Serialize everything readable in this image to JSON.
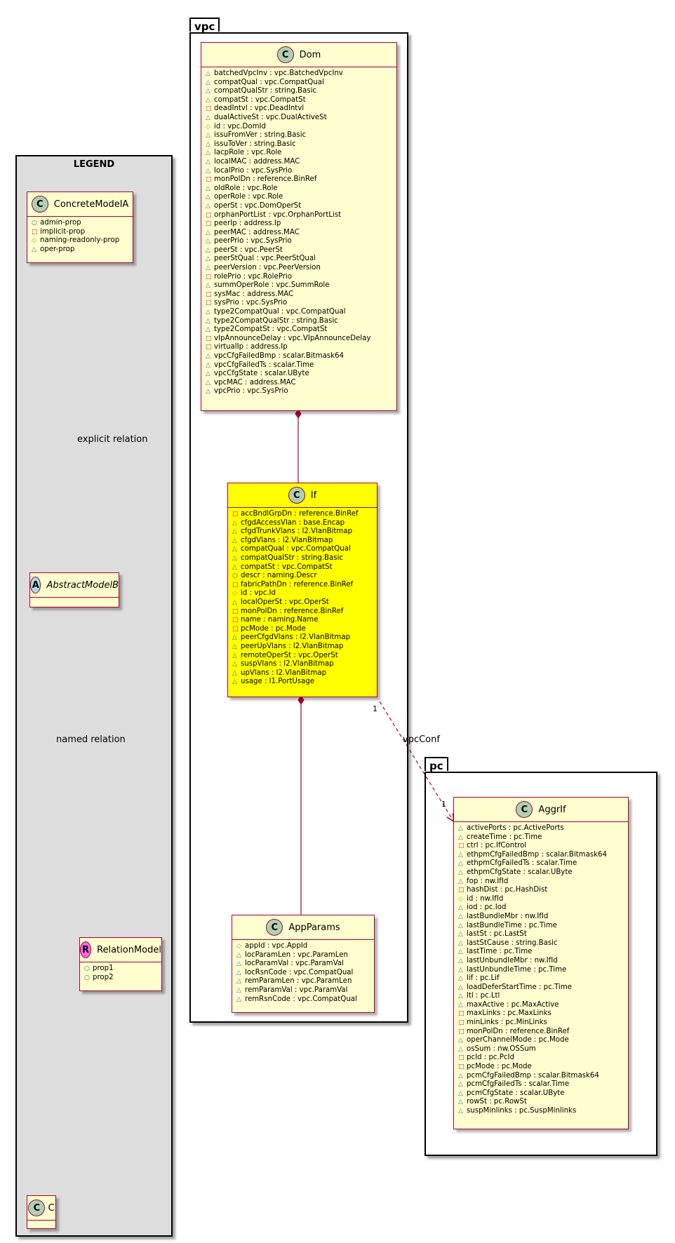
{
  "legend": {
    "title": "LEGEND",
    "concrete_model": {
      "name": "ConcreteModelA",
      "attrs": [
        {
          "vis": "pub",
          "text": "admin-prop"
        },
        {
          "vis": "priv",
          "text": "implicit-prop"
        },
        {
          "vis": "prot",
          "text": "naming-readonly-prop"
        },
        {
          "vis": "pkg",
          "text": "oper-prop"
        }
      ]
    },
    "abstract_model": {
      "name": "AbstractModelB"
    },
    "relation_model": {
      "name": "RelationModel",
      "attrs": [
        {
          "vis": "pub",
          "text": "prop1"
        },
        {
          "vis": "pub",
          "text": "prop2"
        }
      ]
    },
    "class_c": {
      "name": "C"
    },
    "explicit_relation_label": "explicit relation",
    "named_relation_label": "named relation"
  },
  "packages": {
    "vpc": "vpc",
    "pc": "pc"
  },
  "classes": {
    "dom": {
      "name": "Dom",
      "attrs": [
        {
          "vis": "pkg",
          "text": "batchedVpcInv : vpc.BatchedVpcInv"
        },
        {
          "vis": "pkg",
          "text": "compatQual : vpc.CompatQual"
        },
        {
          "vis": "pkg",
          "text": "compatQualStr : string.Basic"
        },
        {
          "vis": "pkg",
          "text": "compatSt : vpc.CompatSt"
        },
        {
          "vis": "priv",
          "text": "deadIntvl : vpc.DeadIntvl"
        },
        {
          "vis": "pkg",
          "text": "dualActiveSt : vpc.DualActiveSt"
        },
        {
          "vis": "prot",
          "text": "id : vpc.DomId"
        },
        {
          "vis": "pkg",
          "text": "issuFromVer : string.Basic"
        },
        {
          "vis": "pkg",
          "text": "issuToVer : string.Basic"
        },
        {
          "vis": "pkg",
          "text": "lacpRole : vpc.Role"
        },
        {
          "vis": "pkg",
          "text": "localMAC : address.MAC"
        },
        {
          "vis": "pkg",
          "text": "localPrio : vpc.SysPrio"
        },
        {
          "vis": "priv",
          "text": "monPolDn : reference.BinRef"
        },
        {
          "vis": "pkg",
          "text": "oldRole : vpc.Role"
        },
        {
          "vis": "pkg",
          "text": "operRole : vpc.Role"
        },
        {
          "vis": "pkg",
          "text": "operSt : vpc.DomOperSt"
        },
        {
          "vis": "priv",
          "text": "orphanPortList : vpc.OrphanPortList"
        },
        {
          "vis": "priv",
          "text": "peerIp : address.Ip"
        },
        {
          "vis": "pkg",
          "text": "peerMAC : address.MAC"
        },
        {
          "vis": "pkg",
          "text": "peerPrio : vpc.SysPrio"
        },
        {
          "vis": "pkg",
          "text": "peerSt : vpc.PeerSt"
        },
        {
          "vis": "pkg",
          "text": "peerStQual : vpc.PeerStQual"
        },
        {
          "vis": "pkg",
          "text": "peerVersion : vpc.PeerVersion"
        },
        {
          "vis": "priv",
          "text": "rolePrio : vpc.RolePrio"
        },
        {
          "vis": "pkg",
          "text": "summOperRole : vpc.SummRole"
        },
        {
          "vis": "priv",
          "text": "sysMac : address.MAC"
        },
        {
          "vis": "priv",
          "text": "sysPrio : vpc.SysPrio"
        },
        {
          "vis": "pkg",
          "text": "type2CompatQual : vpc.CompatQual"
        },
        {
          "vis": "pkg",
          "text": "type2CompatQualStr : string.Basic"
        },
        {
          "vis": "pkg",
          "text": "type2CompatSt : vpc.CompatSt"
        },
        {
          "vis": "priv",
          "text": "vIpAnnounceDelay : vpc.VIpAnnounceDelay"
        },
        {
          "vis": "priv",
          "text": "virtualIp : address.Ip"
        },
        {
          "vis": "pkg",
          "text": "vpcCfgFailedBmp : scalar.Bitmask64"
        },
        {
          "vis": "pkg",
          "text": "vpcCfgFailedTs : scalar.Time"
        },
        {
          "vis": "pkg",
          "text": "vpcCfgState : scalar.UByte"
        },
        {
          "vis": "pkg",
          "text": "vpcMAC : address.MAC"
        },
        {
          "vis": "pkg",
          "text": "vpcPrio : vpc.SysPrio"
        }
      ]
    },
    "if": {
      "name": "If",
      "attrs": [
        {
          "vis": "priv",
          "text": "accBndlGrpDn : reference.BinRef"
        },
        {
          "vis": "pkg",
          "text": "cfgdAccessVlan : base.Encap"
        },
        {
          "vis": "pkg",
          "text": "cfgdTrunkVlans : l2.VlanBitmap"
        },
        {
          "vis": "pkg",
          "text": "cfgdVlans : l2.VlanBitmap"
        },
        {
          "vis": "pkg",
          "text": "compatQual : vpc.CompatQual"
        },
        {
          "vis": "pkg",
          "text": "compatQualStr : string.Basic"
        },
        {
          "vis": "pkg",
          "text": "compatSt : vpc.CompatSt"
        },
        {
          "vis": "pub",
          "text": "descr : naming.Descr"
        },
        {
          "vis": "priv",
          "text": "fabricPathDn : reference.BinRef"
        },
        {
          "vis": "prot",
          "text": "id : vpc.Id"
        },
        {
          "vis": "pkg",
          "text": "localOperSt : vpc.OperSt"
        },
        {
          "vis": "priv",
          "text": "monPolDn : reference.BinRef"
        },
        {
          "vis": "priv",
          "text": "name : naming.Name"
        },
        {
          "vis": "priv",
          "text": "pcMode : pc.Mode"
        },
        {
          "vis": "pkg",
          "text": "peerCfgdVlans : l2.VlanBitmap"
        },
        {
          "vis": "pkg",
          "text": "peerUpVlans : l2.VlanBitmap"
        },
        {
          "vis": "pkg",
          "text": "remoteOperSt : vpc.OperSt"
        },
        {
          "vis": "pkg",
          "text": "suspVlans : l2.VlanBitmap"
        },
        {
          "vis": "pkg",
          "text": "upVlans : l2.VlanBitmap"
        },
        {
          "vis": "pkg",
          "text": "usage : l1.PortUsage"
        }
      ]
    },
    "app_params": {
      "name": "AppParams",
      "attrs": [
        {
          "vis": "prot",
          "text": "appId : vpc.AppId"
        },
        {
          "vis": "pkg",
          "text": "locParamLen : vpc.ParamLen"
        },
        {
          "vis": "pkg",
          "text": "locParamVal : vpc.ParamVal"
        },
        {
          "vis": "pkg",
          "text": "locRsnCode : vpc.CompatQual"
        },
        {
          "vis": "pkg",
          "text": "remParamLen : vpc.ParamLen"
        },
        {
          "vis": "pkg",
          "text": "remParamVal : vpc.ParamVal"
        },
        {
          "vis": "pkg",
          "text": "remRsnCode : vpc.CompatQual"
        }
      ]
    },
    "aggr_if": {
      "name": "AggrIf",
      "attrs": [
        {
          "vis": "pkg",
          "text": "activePorts : pc.ActivePorts"
        },
        {
          "vis": "pkg",
          "text": "createTime : pc.Time"
        },
        {
          "vis": "priv",
          "text": "ctrl : pc.IfControl"
        },
        {
          "vis": "pkg",
          "text": "ethpmCfgFailedBmp : scalar.Bitmask64"
        },
        {
          "vis": "pkg",
          "text": "ethpmCfgFailedTs : scalar.Time"
        },
        {
          "vis": "pkg",
          "text": "ethpmCfgState : scalar.UByte"
        },
        {
          "vis": "pkg",
          "text": "fop : nw.IfId"
        },
        {
          "vis": "priv",
          "text": "hashDist : pc.HashDist"
        },
        {
          "vis": "prot",
          "text": "id : nw.IfId"
        },
        {
          "vis": "pkg",
          "text": "iod : pc.Iod"
        },
        {
          "vis": "pkg",
          "text": "lastBundleMbr : nw.IfId"
        },
        {
          "vis": "pkg",
          "text": "lastBundleTime : pc.Time"
        },
        {
          "vis": "pkg",
          "text": "lastSt : pc.LastSt"
        },
        {
          "vis": "pkg",
          "text": "lastStCause : string.Basic"
        },
        {
          "vis": "pkg",
          "text": "lastTime : pc.Time"
        },
        {
          "vis": "pkg",
          "text": "lastUnbundleMbr : nw.IfId"
        },
        {
          "vis": "pkg",
          "text": "lastUnbundleTime : pc.Time"
        },
        {
          "vis": "pkg",
          "text": "lif : pc.Lif"
        },
        {
          "vis": "pkg",
          "text": "loadDeferStartTime : pc.Time"
        },
        {
          "vis": "pkg",
          "text": "ltl : pc.Ltl"
        },
        {
          "vis": "pkg",
          "text": "maxActive : pc.MaxActive"
        },
        {
          "vis": "priv",
          "text": "maxLinks : pc.MaxLinks"
        },
        {
          "vis": "priv",
          "text": "minLinks : pc.MinLinks"
        },
        {
          "vis": "priv",
          "text": "monPolDn : reference.BinRef"
        },
        {
          "vis": "pkg",
          "text": "operChannelMode : pc.Mode"
        },
        {
          "vis": "pkg",
          "text": "osSum : nw.OSSum"
        },
        {
          "vis": "priv",
          "text": "pcId : pc.PcId"
        },
        {
          "vis": "priv",
          "text": "pcMode : pc.Mode"
        },
        {
          "vis": "pkg",
          "text": "pcmCfgFailedBmp : scalar.Bitmask64"
        },
        {
          "vis": "pkg",
          "text": "pcmCfgFailedTs : scalar.Time"
        },
        {
          "vis": "pkg",
          "text": "pcmCfgState : scalar.UByte"
        },
        {
          "vis": "pkg",
          "text": "rowSt : pc.RowSt"
        },
        {
          "vis": "pkg",
          "text": "suspMinlinks : pc.SuspMinlinks"
        }
      ]
    }
  },
  "relations": {
    "vpc_conf_label": "vpcConf",
    "vpc_conf_src_mult": "1",
    "vpc_conf_dst_mult": "1"
  },
  "colors": {
    "class_border": "#a80036",
    "class_fill": "#fefece",
    "highlight_fill": "#ffff00",
    "legend_fill": "#dddddd",
    "stereotype_c": "#add1b2",
    "stereotype_a": "#a9dcdf",
    "stereotype_r": "#ff66ee"
  }
}
